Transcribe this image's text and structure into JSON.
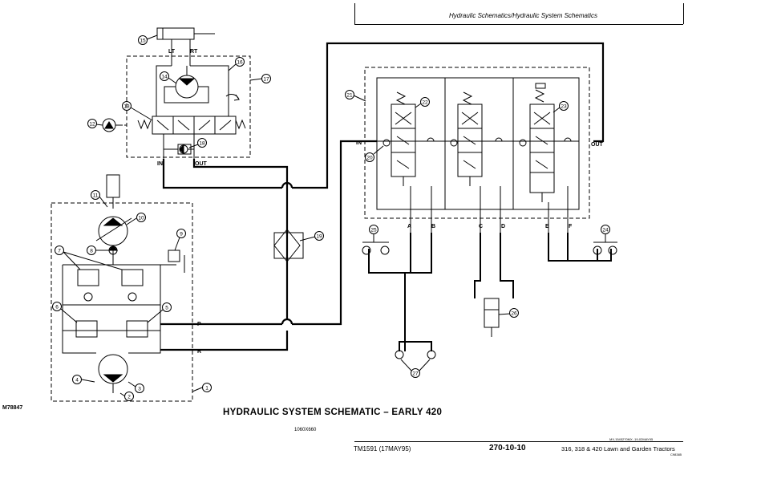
{
  "header": {
    "title": "Hydraulic Schematics/Hydraulic System Schematics"
  },
  "figure": {
    "id": "M78847",
    "title": "HYDRAULIC SYSTEM SCHEMATIC – EARLY 420",
    "image_size": "1060X660"
  },
  "footer": {
    "left": "TM1591 (17MAY95)",
    "page_number": "270-10-10",
    "right": "316, 318 & 420 Lawn and Garden Tractors",
    "meta": "MX,1545270MX -19-02MAY95",
    "tiny": "C98385"
  },
  "ports": {
    "lt": "LT",
    "rt": "RT",
    "steer_in": "IN",
    "steer_out": "OUT",
    "valve_in": "IN",
    "valve_out": "OUT",
    "p": "P",
    "r": "R",
    "a": "A",
    "b": "B",
    "c": "C",
    "d": "D",
    "e": "E",
    "f": "F"
  },
  "callouts": {
    "c1": "1",
    "c2": "2",
    "c3": "3",
    "c4": "4",
    "c5": "5",
    "c6": "6",
    "c7": "7",
    "c8": "8",
    "c9": "9",
    "c10": "10",
    "c11": "11",
    "c12": "12",
    "c13": "13",
    "c14": "14",
    "c15": "15",
    "c16": "16",
    "c17": "17",
    "c18": "18",
    "c19": "19",
    "c20": "20",
    "c21": "21",
    "c22": "22",
    "c23": "23",
    "c24": "24",
    "c25": "25",
    "c26": "26",
    "c27": "27"
  }
}
